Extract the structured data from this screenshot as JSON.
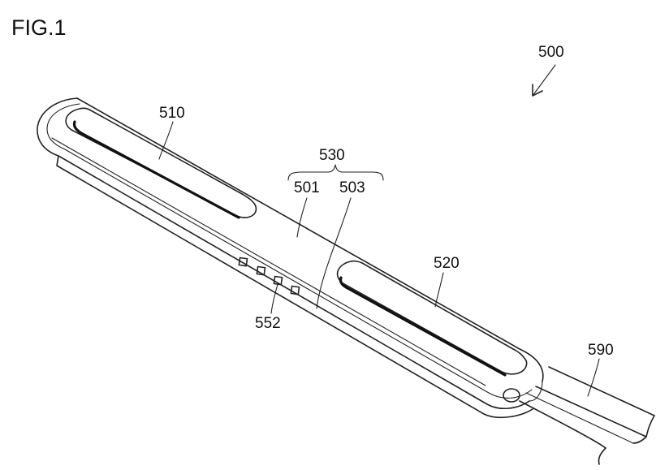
{
  "figure_title": "FIG.1",
  "labels": {
    "device": "500",
    "window_a": "510",
    "window_b": "520",
    "body_group": "530",
    "part_501": "501",
    "part_503": "503",
    "sensors": "552",
    "cable": "590"
  }
}
